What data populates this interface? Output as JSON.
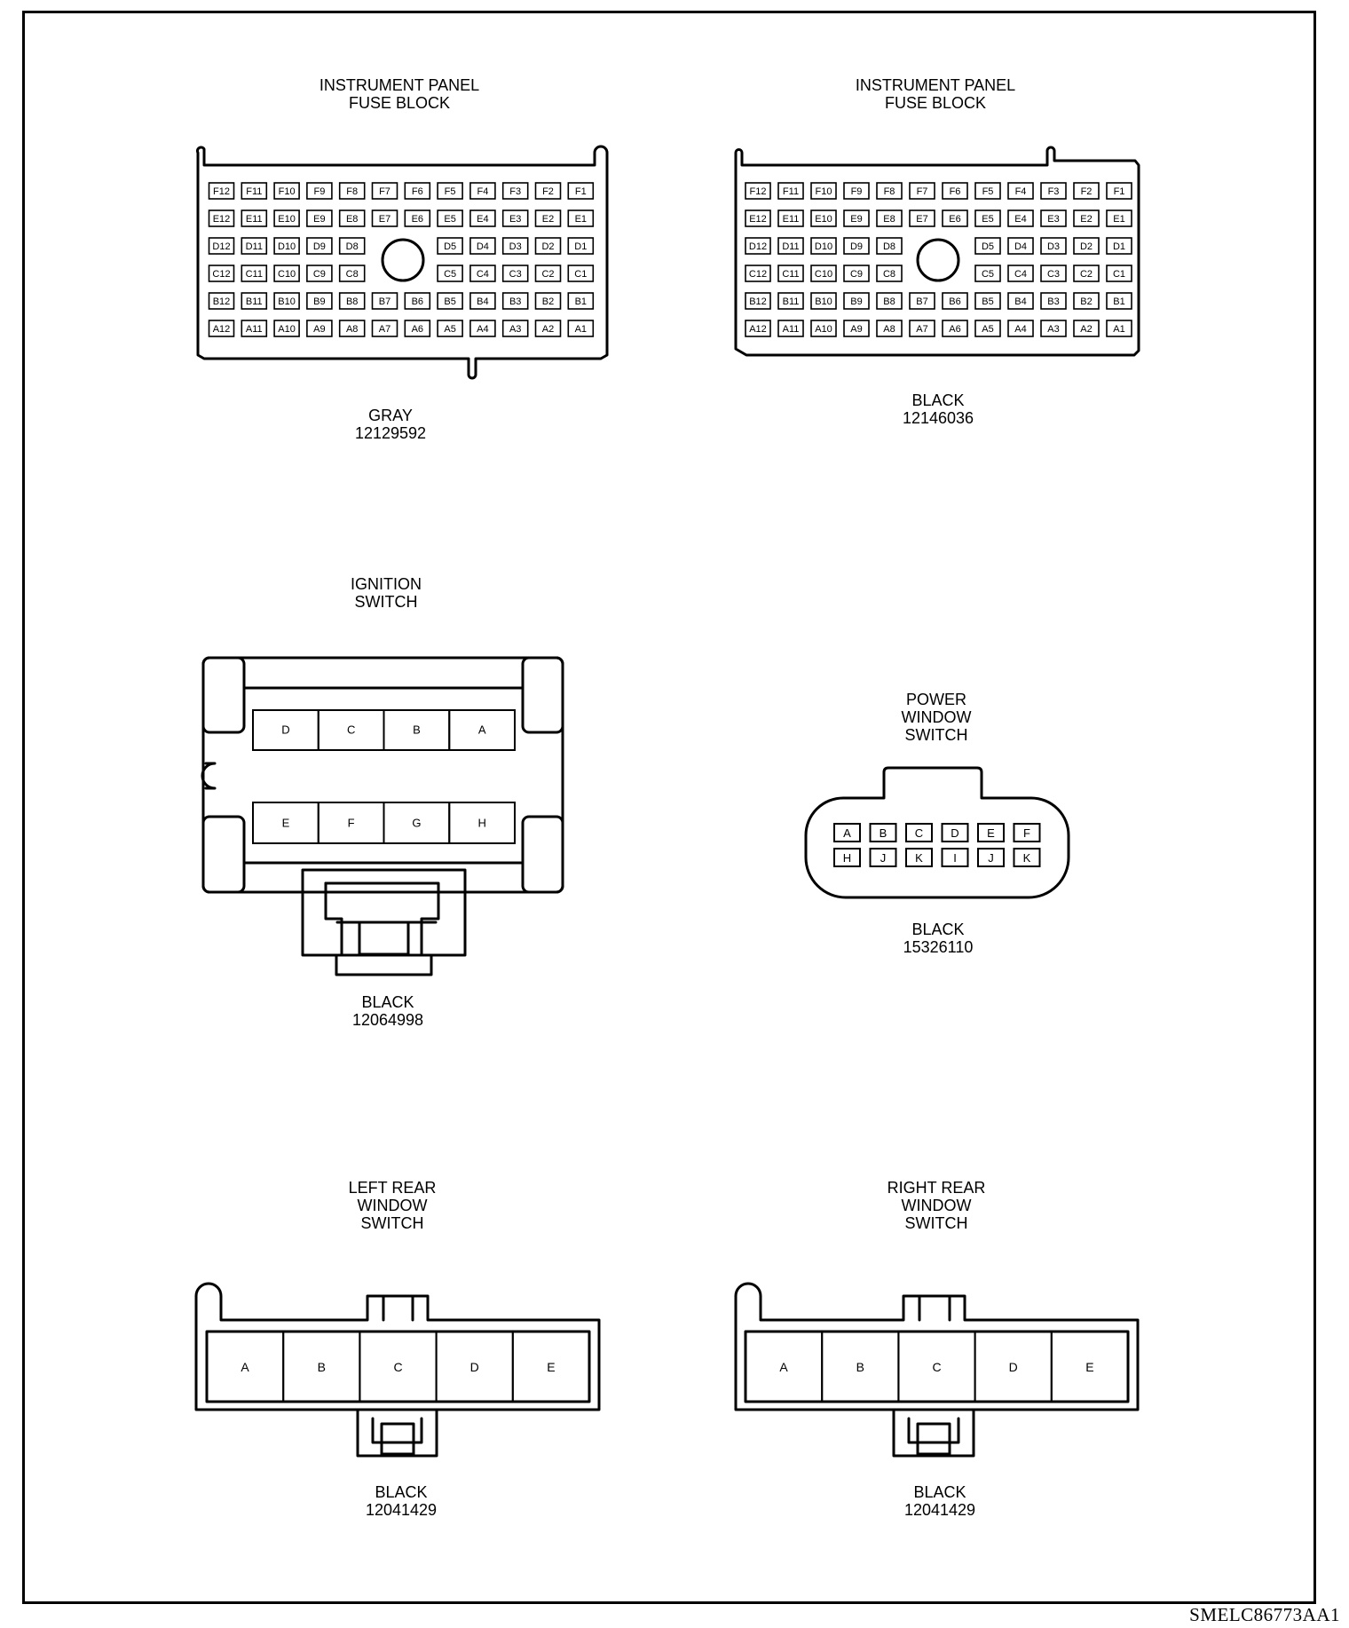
{
  "connectors": {
    "ipfb_gray": {
      "title": "INSTRUMENT PANEL\nFUSE BLOCK",
      "color": "GRAY",
      "part_number": "12129592"
    },
    "ipfb_black": {
      "title": "INSTRUMENT PANEL\nFUSE BLOCK",
      "color": "BLACK",
      "part_number": "12146036"
    },
    "ignition": {
      "title": "IGNITION\nSWITCH",
      "color": "BLACK",
      "part_number": "12064998",
      "top_row": [
        "D",
        "C",
        "B",
        "A"
      ],
      "bottom_row": [
        "E",
        "F",
        "G",
        "H"
      ]
    },
    "power_window": {
      "title": "POWER\nWINDOW\nSWITCH",
      "color": "BLACK",
      "part_number": "15326110",
      "top_row": [
        "A",
        "B",
        "C",
        "D",
        "E",
        "F"
      ],
      "bottom_row": [
        "H",
        "J",
        "K",
        "I",
        "J",
        "K"
      ]
    },
    "left_rear": {
      "title": "LEFT REAR\nWINDOW\nSWITCH",
      "color": "BLACK",
      "part_number": "12041429",
      "cavities": [
        "A",
        "B",
        "C",
        "D",
        "E"
      ]
    },
    "right_rear": {
      "title": "RIGHT REAR\nWINDOW\nSWITCH",
      "color": "BLACK",
      "part_number": "12041429",
      "cavities": [
        "A",
        "B",
        "C",
        "D",
        "E"
      ]
    }
  },
  "fuse_rows": [
    "F",
    "E",
    "D",
    "C",
    "B",
    "A"
  ],
  "fuse_numbers": [
    "12",
    "11",
    "10",
    "9",
    "8",
    "7",
    "6",
    "5",
    "4",
    "3",
    "2",
    "1"
  ],
  "reference_code": "SMELC86773AA1"
}
